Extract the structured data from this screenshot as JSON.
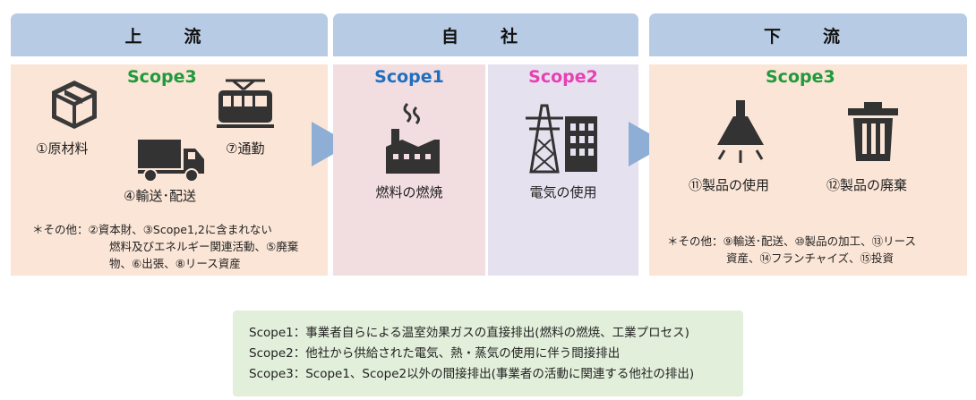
{
  "headers": {
    "upstream": "上　流",
    "company": "自　社",
    "downstream": "下　流"
  },
  "colors": {
    "scope1": "#1f6fbf",
    "scope2": "#e83fb3",
    "scope3": "#1f9a3c",
    "header": "#b8cbe4",
    "arrow": "#8faed6"
  },
  "upstream": {
    "scope": "Scope3",
    "items": {
      "raw": "①原材料",
      "commute": "⑦通勤",
      "transport": "④輸送･配送"
    },
    "note_lines": [
      "＊その他：②資本財、③Scope1,2に含まれない",
      "燃料及びエネルギー関連活動、⑤廃棄",
      "物、⑥出張、⑧リース資産"
    ]
  },
  "company": {
    "scope1": {
      "title": "Scope1",
      "item": "燃料の燃焼"
    },
    "scope2": {
      "title": "Scope2",
      "item": "電気の使用"
    }
  },
  "downstream": {
    "scope": "Scope3",
    "items": {
      "use": "⑪製品の使用",
      "disposal": "⑫製品の廃棄"
    },
    "note_lines": [
      "＊その他：⑨輸送･配送、⑩製品の加工、⑬リース",
      "資産、⑭フランチャイズ、⑮投資"
    ]
  },
  "legend": [
    "Scope1：事業者自らによる温室効果ガスの直接排出(燃料の燃焼、工業プロセス)",
    "Scope2：他社から供給された電気、熱・蒸気の使用に伴う間接排出",
    "Scope3：Scope1、Scope2以外の間接排出(事業者の活動に関連する他社の排出)"
  ]
}
